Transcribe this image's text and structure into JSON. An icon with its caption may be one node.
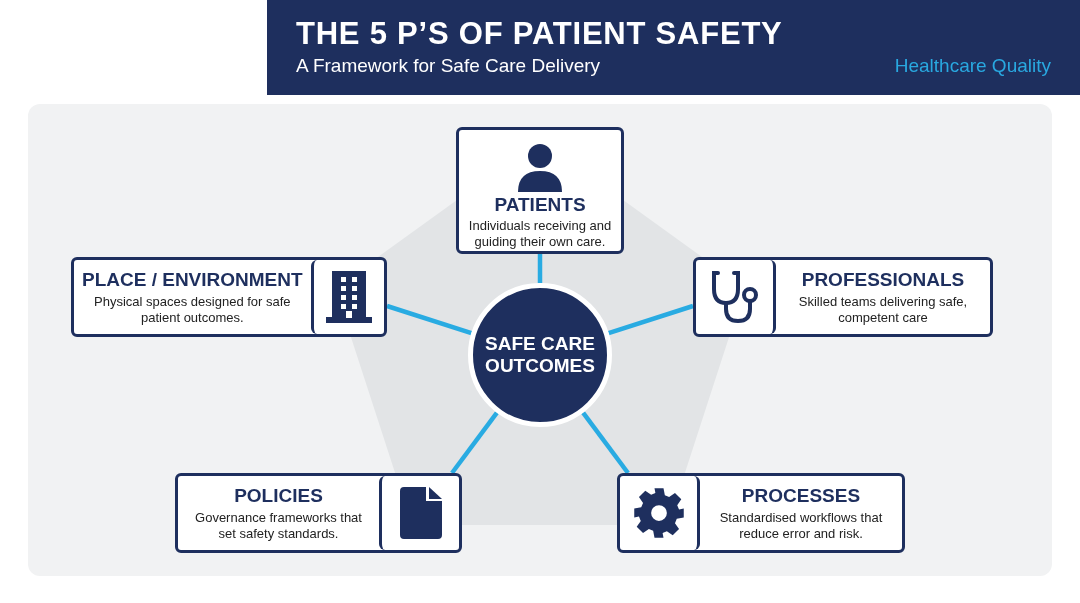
{
  "diagram": {
    "title": "THE 5 P’S OF PATIENT SAFETY",
    "nodes": [
      {
        "text": [
          "SAFE CARE OUTCOMES"
        ]
      },
      {
        "text": [
          "PATIENTS",
          "Individuals receiving and guiding their own care."
        ]
      },
      {
        "text": [
          "PROFESSIONALS",
          "Skilled teams delivering safe, competent care"
        ]
      },
      {
        "text": [
          "PROCESSES",
          "Standardised workflows that reduce error and risk."
        ]
      },
      {
        "text": [
          "POLICIES",
          "Governance frameworks that set safety standards."
        ]
      },
      {
        "text": [
          "PLACE / ENVIRONMENT",
          "Physical spaces designed for safe patient outcomes."
        ]
      }
    ],
    "edges": [
      {
        "from": 0,
        "to": 1,
        "arrow": "none"
      },
      {
        "from": 0,
        "to": 2,
        "arrow": "none"
      },
      {
        "from": 0,
        "to": 3,
        "arrow": "none"
      },
      {
        "from": 0,
        "to": 4,
        "arrow": "none"
      },
      {
        "from": 0,
        "to": 5,
        "arrow": "none"
      }
    ],
    "labels": [
      "A Framework for Safe Care Delivery",
      "Healthcare Quality"
    ]
  }
}
